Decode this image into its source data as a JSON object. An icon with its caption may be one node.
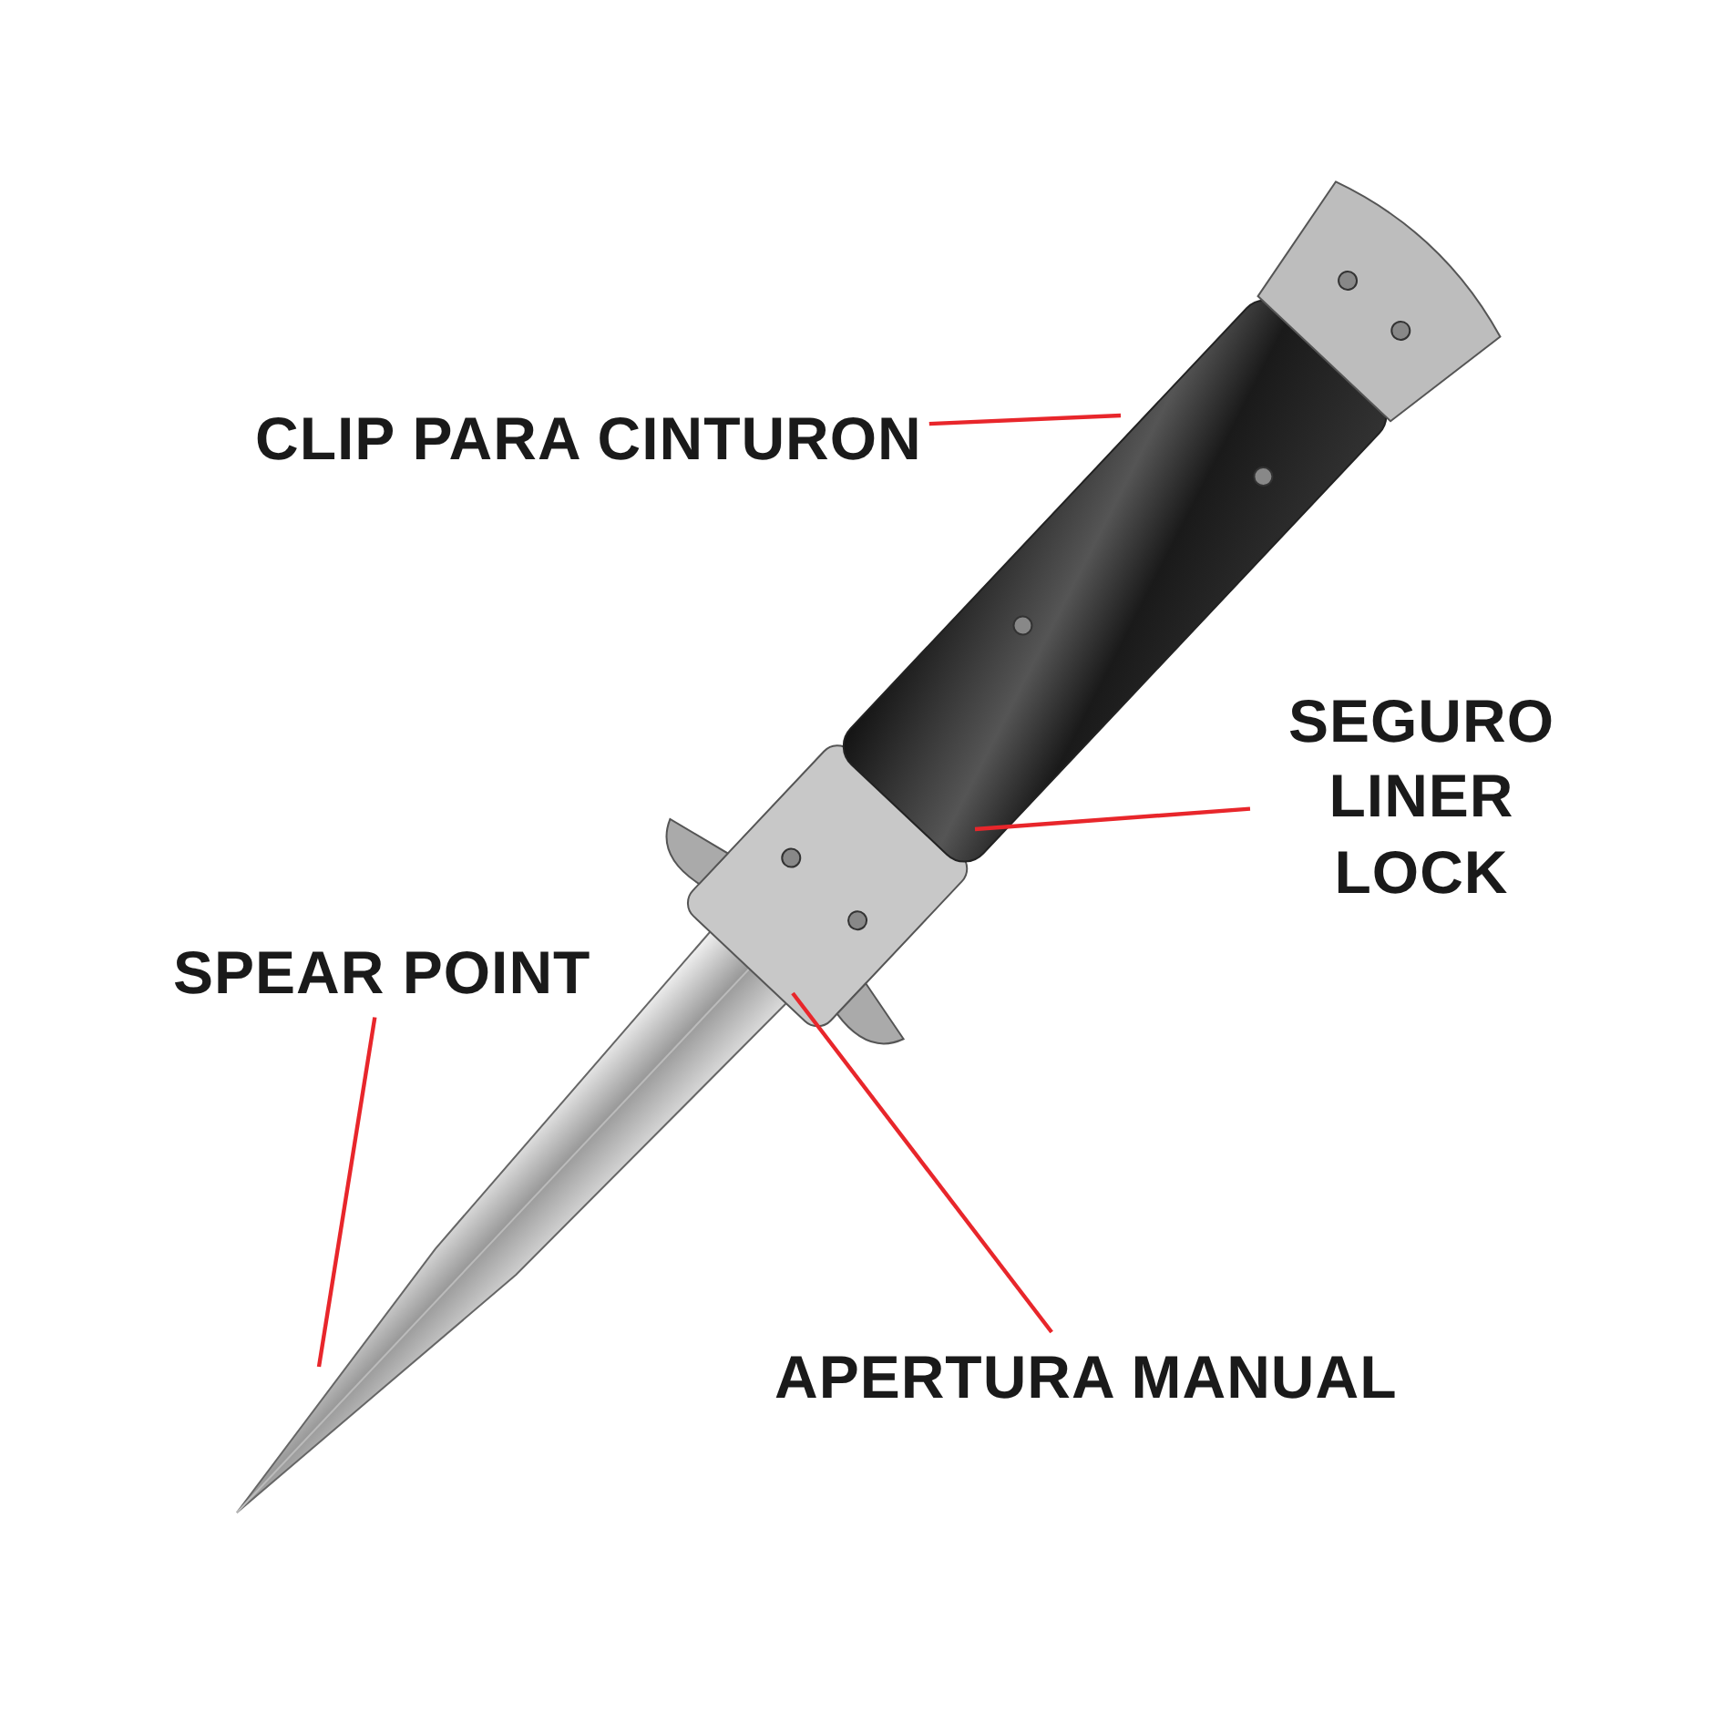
{
  "diagram": {
    "nodes": [
      {
        "text": [
          "CLIP PARA CINTURON"
        ]
      },
      {
        "text": [
          "SEGURO LINER LOCK"
        ]
      },
      {
        "text": [
          "SPEAR POINT"
        ]
      },
      {
        "text": [
          "APERTURA MANUAL"
        ]
      }
    ],
    "edges": [
      {
        "from": 0,
        "to": null,
        "arrow": "none"
      },
      {
        "from": 1,
        "to": null,
        "arrow": "none"
      },
      {
        "from": 2,
        "to": null,
        "arrow": "none"
      },
      {
        "from": 3,
        "to": null,
        "arrow": "none"
      }
    ]
  }
}
